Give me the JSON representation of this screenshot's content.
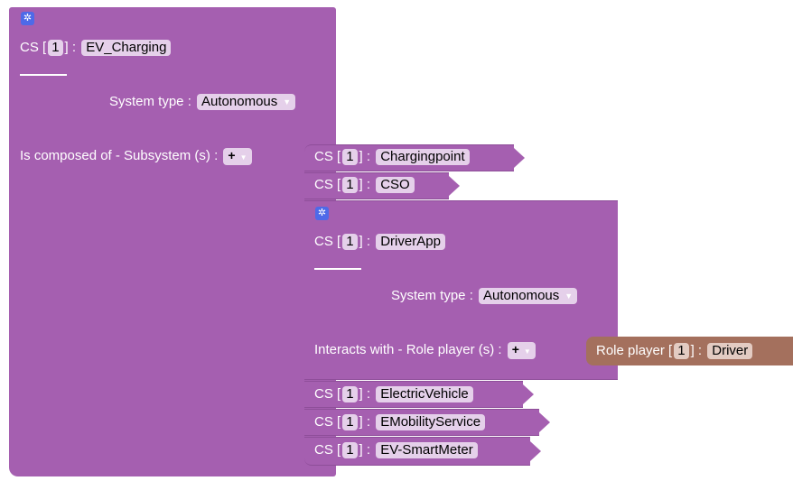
{
  "colors": {
    "block": "#a55fb0",
    "field": "#e5d0ea",
    "gear": "#4e6ae8",
    "role_block": "#a4705d"
  },
  "main": {
    "prefix": "CS",
    "lb": "[",
    "rb": "]",
    "colon": ":",
    "count": "1",
    "name": "EV_Charging",
    "system_type_label": "System type :",
    "system_type_value": "Autonomous",
    "composed_label": "Is composed of - Subsystem (s) :",
    "plus": "+"
  },
  "subsystems": [
    {
      "prefix": "CS",
      "count": "1",
      "name": "Chargingpoint"
    },
    {
      "prefix": "CS",
      "count": "1",
      "name": "CSO"
    },
    {
      "prefix": "CS",
      "count": "1",
      "name": "DriverApp"
    },
    {
      "prefix": "CS",
      "count": "1",
      "name": "ElectricVehicle"
    },
    {
      "prefix": "CS",
      "count": "1",
      "name": "EMobilityService"
    },
    {
      "prefix": "CS",
      "count": "1",
      "name": "EV-SmartMeter"
    }
  ],
  "driverapp": {
    "system_type_label": "System type :",
    "system_type_value": "Autonomous",
    "interacts_label": "Interacts with - Role player (s) :",
    "plus": "+"
  },
  "role_player": {
    "label": "Role player",
    "count": "1",
    "name": "Driver"
  }
}
